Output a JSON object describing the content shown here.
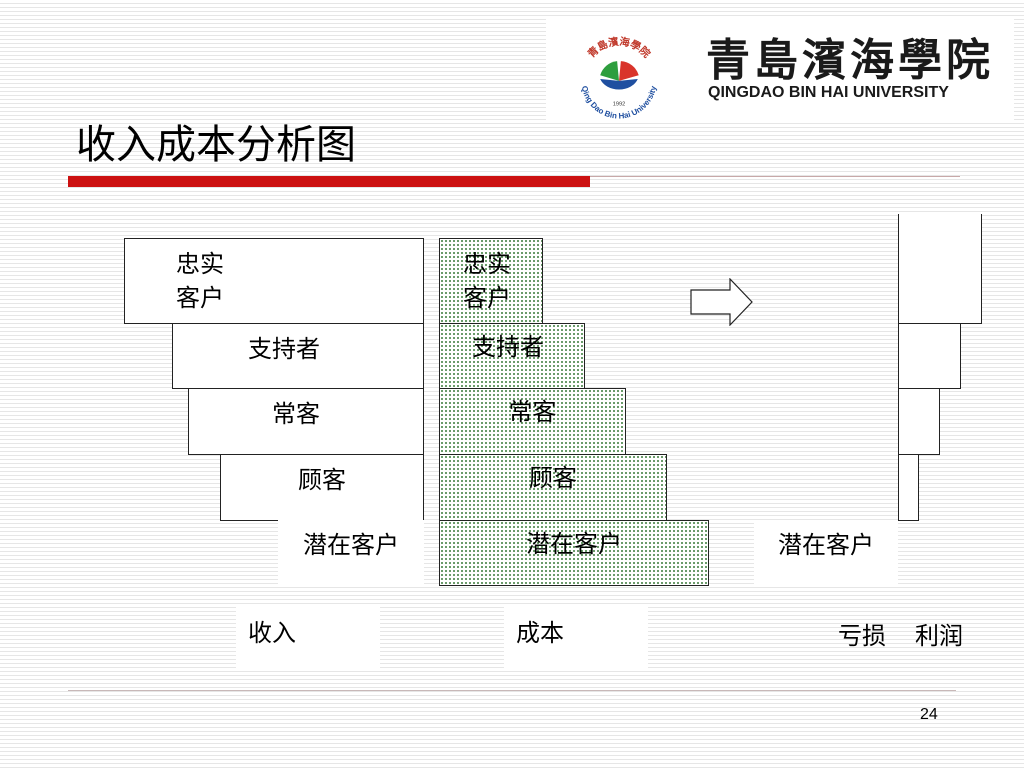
{
  "header": {
    "logo_cn": "青島濱海學院",
    "logo_en": "QINGDAO BIN HAI UNIVERSITY",
    "logo_emblem_text": "Qing Dao Bin Hai University",
    "logo_emblem_year": "1992"
  },
  "title": "收入成本分析图",
  "revenue_column": {
    "loyal": "忠实\n客户",
    "supporter": "支持者",
    "regular": "常客",
    "customer": "顾客",
    "prospect": "潜在客户",
    "label": "收入"
  },
  "cost_column": {
    "loyal": "忠实\n客户",
    "supporter": "支持者",
    "regular": "常客",
    "customer": "顾客",
    "prospect": "潜在客户",
    "label": "成本"
  },
  "result_column": {
    "prospect": "潜在客户",
    "loss": "亏损",
    "profit": "利润"
  },
  "icons": {
    "arrow": "right-arrow-icon",
    "emblem": "university-emblem-icon"
  },
  "colors": {
    "accent_red": "#cc1111",
    "dot_green": "#3a7a3a"
  },
  "page_number": "24"
}
